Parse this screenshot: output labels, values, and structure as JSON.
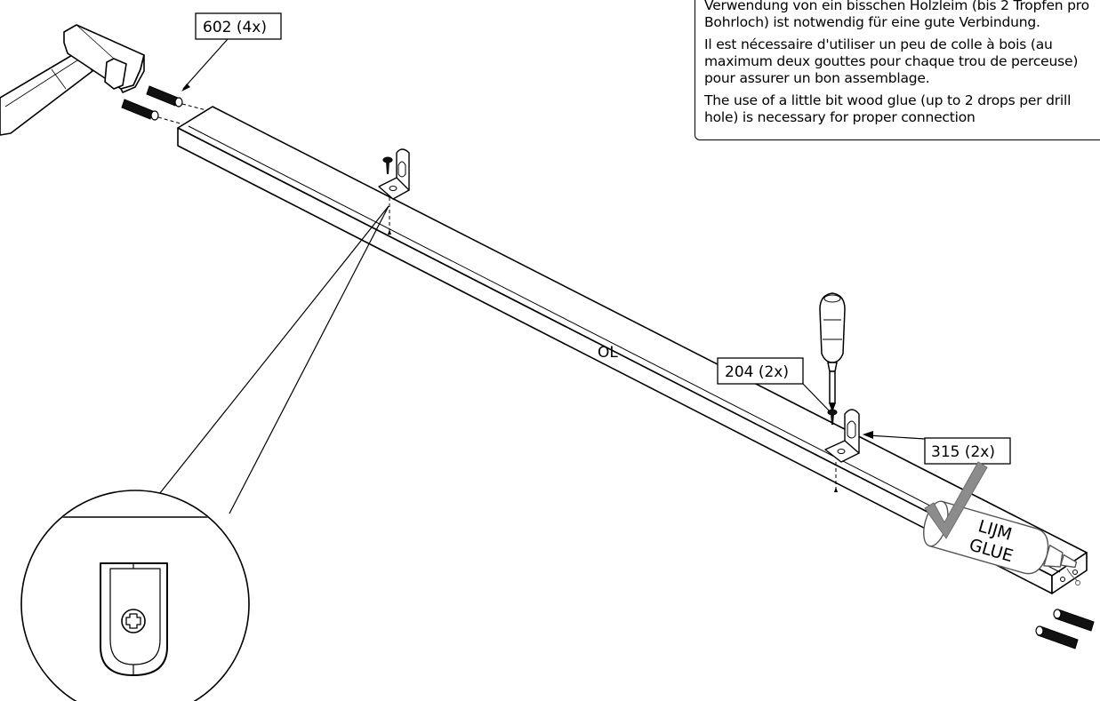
{
  "note": {
    "de": "Verwendung von ein bisschen Holzleim (bis 2 Tropfen pro Bohrloch) ist notwendig für eine gute Verbindung.",
    "fr": "Il est nécessaire d'utiliser un peu de colle à bois (au maximum deux gouttes pour chaque trou de perceuse) pour assurer un bon assemblage.",
    "en": "The use of a little bit wood glue (up to 2 drops per drill hole) is necessary for proper connection"
  },
  "callouts": {
    "dowels": "602 (4x)",
    "screws": "204 (2x)",
    "brackets": "315 (2x)"
  },
  "board_label": "OL",
  "glue": {
    "line1": "LIJM",
    "line2": "GLUE"
  },
  "icons": [
    "hammer-icon",
    "screwdriver-icon",
    "glue-bottle-icon",
    "checkmark-icon",
    "bracket-icon",
    "dowel-icon",
    "screw-icon",
    "magnifier-detail"
  ]
}
